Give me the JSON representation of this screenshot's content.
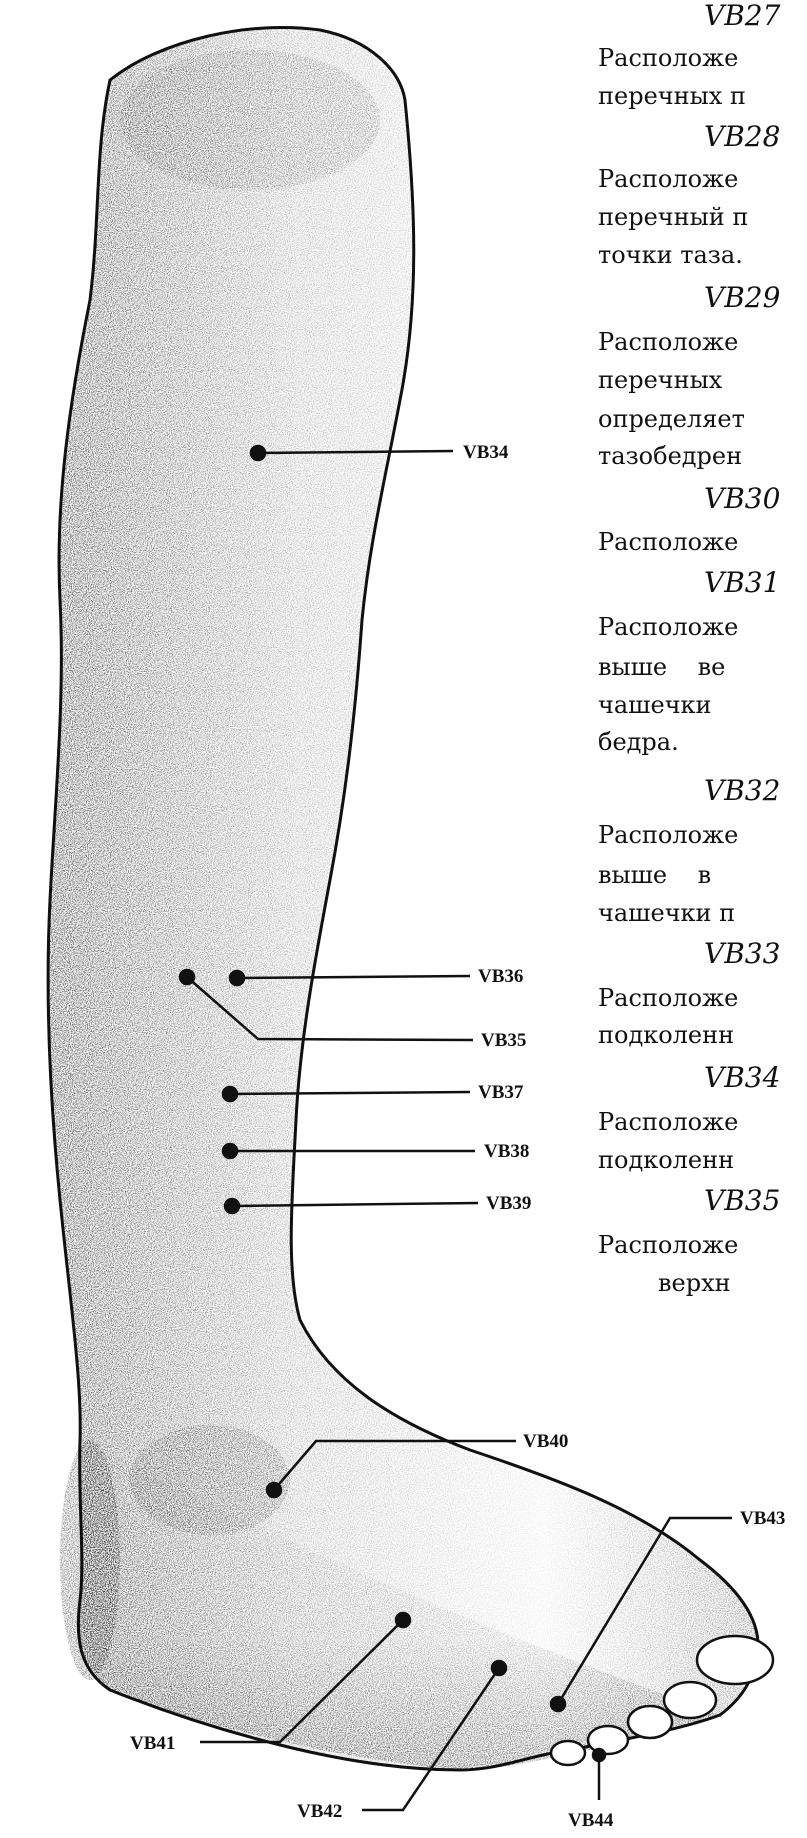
{
  "illustration": {
    "subject": "leg-and-foot",
    "points": [
      {
        "id": "vb34",
        "label": "VB34"
      },
      {
        "id": "vb36",
        "label": "VB36"
      },
      {
        "id": "vb35",
        "label": "VB35"
      },
      {
        "id": "vb37",
        "label": "VB37"
      },
      {
        "id": "vb38",
        "label": "VB38"
      },
      {
        "id": "vb39",
        "label": "VB39"
      },
      {
        "id": "vb40",
        "label": "VB40"
      },
      {
        "id": "vb43",
        "label": "VB43"
      },
      {
        "id": "vb41",
        "label": "VB41"
      },
      {
        "id": "vb42",
        "label": "VB42"
      },
      {
        "id": "vb44",
        "label": "VB44"
      }
    ]
  },
  "text_column": [
    {
      "text": "VB27",
      "kind": "heading"
    },
    {
      "text": "Расположе",
      "kind": "body"
    },
    {
      "text": "перечных п",
      "kind": "body"
    },
    {
      "text": "VB28",
      "kind": "heading"
    },
    {
      "text": "Расположе",
      "kind": "body"
    },
    {
      "text": "перечный п",
      "kind": "body"
    },
    {
      "text": "точки таза.",
      "kind": "body"
    },
    {
      "text": "VB29",
      "kind": "heading"
    },
    {
      "text": "Расположе",
      "kind": "body"
    },
    {
      "text": "перечных",
      "kind": "body"
    },
    {
      "text": "определяет",
      "kind": "body"
    },
    {
      "text": "тазобедрен",
      "kind": "body"
    },
    {
      "text": "VB30",
      "kind": "heading"
    },
    {
      "text": "Расположе",
      "kind": "body"
    },
    {
      "text": "VB31",
      "kind": "heading"
    },
    {
      "text": "Расположе",
      "kind": "body"
    },
    {
      "text": "выше    ве",
      "kind": "body"
    },
    {
      "text": "чашечки",
      "kind": "body"
    },
    {
      "text": "бедра.",
      "kind": "body"
    },
    {
      "text": "VB32",
      "kind": "heading"
    },
    {
      "text": "Расположе",
      "kind": "body"
    },
    {
      "text": "выше    в",
      "kind": "body"
    },
    {
      "text": "чашечки п",
      "kind": "body"
    },
    {
      "text": "VB33",
      "kind": "heading"
    },
    {
      "text": "Расположе",
      "kind": "body"
    },
    {
      "text": "подколенн",
      "kind": "body"
    },
    {
      "text": "VB34",
      "kind": "heading"
    },
    {
      "text": "Расположе",
      "kind": "body"
    },
    {
      "text": "подколенн",
      "kind": "body"
    },
    {
      "text": "VB35",
      "kind": "heading"
    },
    {
      "text": "Расположе",
      "kind": "body"
    },
    {
      "text": "верхн",
      "kind": "body"
    }
  ]
}
